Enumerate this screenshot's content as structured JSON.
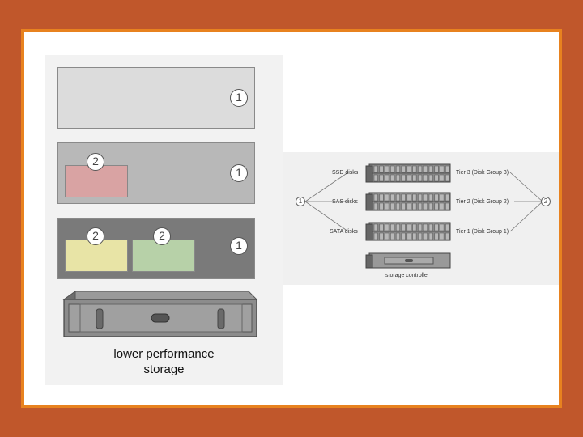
{
  "left_diagram": {
    "tiers": [
      {
        "marker": "1",
        "volumes": []
      },
      {
        "marker": "1",
        "volumes": [
          {
            "marker": "2",
            "color": "#d9a3a3"
          }
        ]
      },
      {
        "marker": "1",
        "volumes": [
          {
            "marker": "2",
            "color": "#e8e4a6"
          },
          {
            "marker": "2",
            "color": "#b7d1a8"
          }
        ]
      }
    ],
    "caption_line1": "lower performance",
    "caption_line2": "storage"
  },
  "right_diagram": {
    "left_marker": "1",
    "right_marker": "2",
    "rows": [
      {
        "disk_label": "SSD disks",
        "tier_label": "Tier 3 (Disk Group 3)"
      },
      {
        "disk_label": "SAS disks",
        "tier_label": "Tier 2 (Disk Group 2)"
      },
      {
        "disk_label": "SATA disks",
        "tier_label": "Tier 1 (Disk Group 1)"
      }
    ],
    "controller_label": "storage controller"
  },
  "colors": {
    "slide_background": "#c0572b",
    "slide_border": "#e8821f"
  }
}
